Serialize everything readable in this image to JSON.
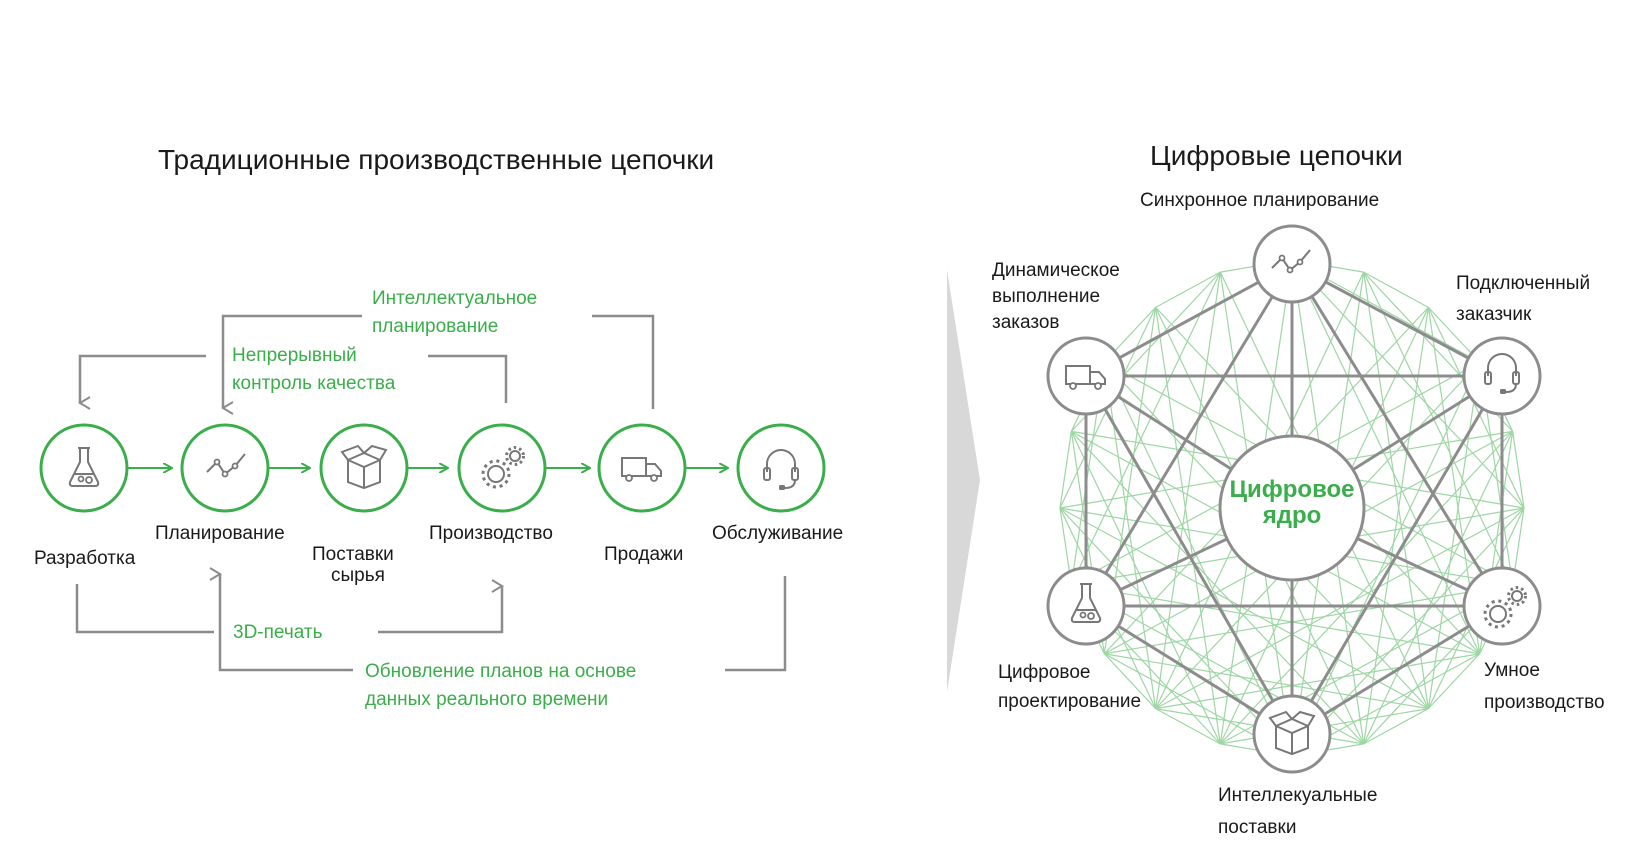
{
  "left": {
    "title": "Традиционные производственные цепочки",
    "stages": {
      "development": "Разработка",
      "planning": "Планирование",
      "supply_l1": "Поставки",
      "supply_l2": "сырья",
      "production": "Производство",
      "sales": "Продажи",
      "service": "Обслуживание"
    },
    "flows": {
      "intelligent_l1": "Интеллектуальное",
      "intelligent_l2": "планирование",
      "quality_l1": "Непрерывный",
      "quality_l2": "контроль качества",
      "printing": "3D-печать",
      "update_l1": "Обновление планов на основе",
      "update_l2": "данных реального времени"
    }
  },
  "right": {
    "title": "Цифровые цепочки",
    "core_l1": "Цифровое",
    "core_l2": "ядро",
    "nodes": {
      "sync": "Синхронное планирование",
      "dyn_l1": "Динамическое",
      "dyn_l2": "выполнение",
      "dyn_l3": "заказов",
      "conn_l1": "Подключенный",
      "conn_l2": "заказчик",
      "design_l1": "Цифровое",
      "design_l2": "проектирование",
      "smart_l1": "Умное",
      "smart_l2": "производство",
      "supply_l1": "Интеллекуальные",
      "supply_l2": "поставки"
    }
  },
  "colors": {
    "green": "#3aae4a",
    "gray": "#8c8c8c",
    "light_green": "#9ed6a4"
  },
  "icons": [
    "flask-icon",
    "chart-icon",
    "box-icon",
    "gears-icon",
    "truck-icon",
    "headset-icon"
  ]
}
